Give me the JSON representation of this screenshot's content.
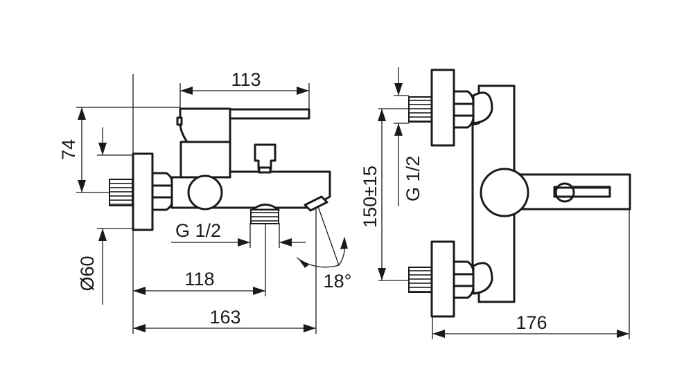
{
  "dimensions": {
    "handle_length": "113",
    "height_74": "74",
    "thread_left": "G 1/2",
    "flange_diameter": "Ø60",
    "spout_offset": "118",
    "total_length": "163",
    "spout_angle": "18°",
    "center_distance": "150±15",
    "thread_right": "G 1/2",
    "total_width": "176"
  }
}
